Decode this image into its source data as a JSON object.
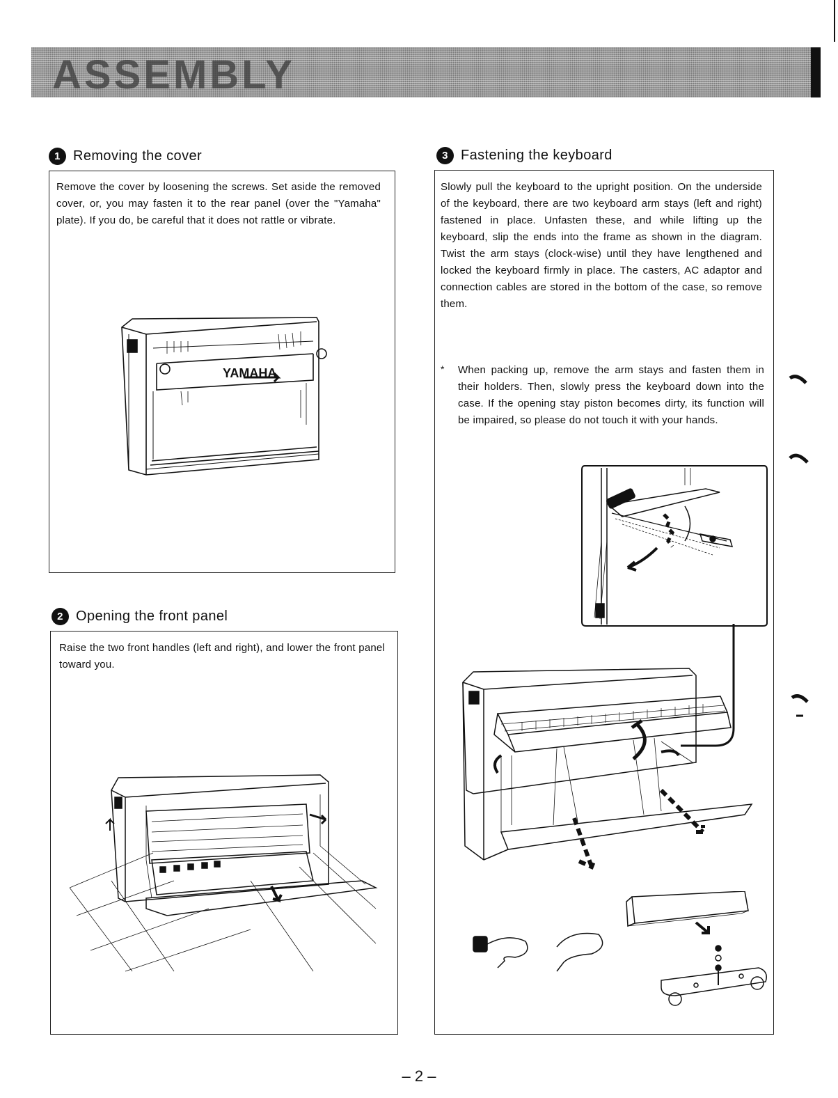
{
  "banner": {
    "title": "ASSEMBLY"
  },
  "sections": {
    "s1": {
      "number": "1",
      "title": "Removing the cover",
      "text": "Remove the cover by loosening the screws. Set aside the removed cover, or, you may fasten it to the rear panel (over the \"Yamaha\" plate). If you do, be careful that it does not rattle or vibrate."
    },
    "s2": {
      "number": "2",
      "title": "Opening the front panel",
      "text": "Raise the two front handles (left and right), and lower the front panel toward you."
    },
    "s3": {
      "number": "3",
      "title": "Fastening the keyboard",
      "text": "Slowly pull the keyboard to the upright position. On the underside of the keyboard, there are two keyboard arm stays (left and right) fastened in place. Unfasten these, and while lifting up the keyboard, slip the ends into the frame as shown in the diagram. Twist the arm stays (clock-wise) until they have lengthened and locked the keyboard firmly in place. The casters, AC adaptor and connection cables are stored in the bottom of the case, so remove them.",
      "note_marker": "*",
      "note": "When packing up, remove the arm stays and fasten them in their holders. Then, slowly press the keyboard down into the case. If the opening stay piston becomes dirty, its function will be impaired, so please do not touch it with your hands."
    }
  },
  "illustrations": {
    "cover_brand": "YAMAHA"
  },
  "footer": {
    "page_number": "– 2 –"
  }
}
